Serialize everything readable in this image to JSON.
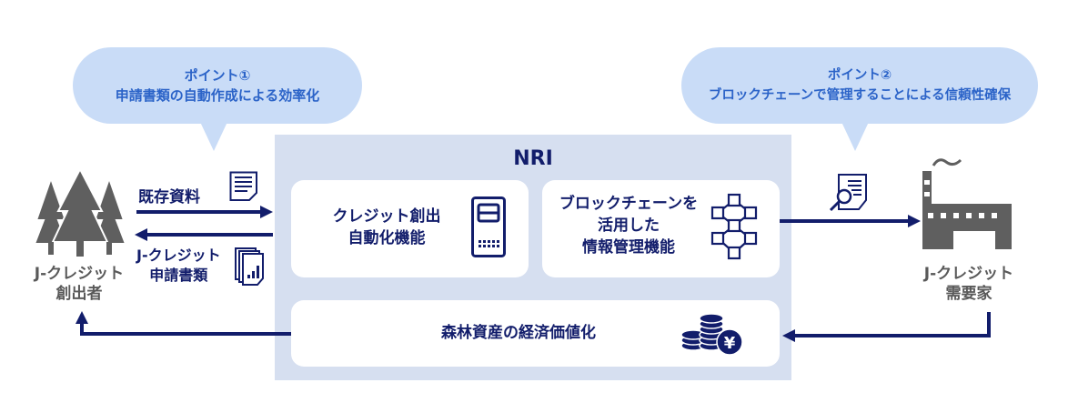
{
  "point1": {
    "title": "ポイント①",
    "text": "申請書類の自動作成による効率化"
  },
  "point2": {
    "title": "ポイント②",
    "text": "ブロックチェーンで管理することによる信頼性確保"
  },
  "nri": {
    "title": "NRI",
    "function1": [
      "クレジット創出",
      "自動化機能"
    ],
    "function2": [
      "ブロックチェーンを",
      "活用した",
      "情報管理機能"
    ],
    "function3": "森林資産の経済価値化"
  },
  "creator": {
    "label": [
      "J-クレジット",
      "創出者"
    ]
  },
  "buyer": {
    "label": [
      "J-クレジット",
      "需要家"
    ]
  },
  "flows": {
    "existing_docs": "既存資料",
    "application_docs": [
      "J-クレジット",
      "申請書類"
    ]
  },
  "colors": {
    "navy": "#121d6b",
    "bubble": "#c9dcf7",
    "bubble_text": "#2b63c8",
    "nri_bg": "#d6dff0",
    "icon_gray": "#5f5f5f"
  }
}
